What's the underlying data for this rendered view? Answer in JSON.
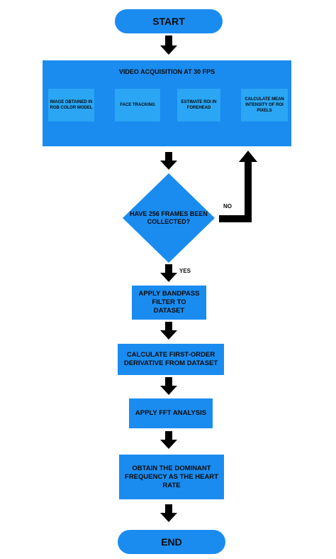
{
  "start": "START",
  "acquisition": {
    "title": "VIDEO ACQUISITION AT 30 FPS",
    "steps": [
      "IMAGE OBTAINED IN RGB COLOR MODEL",
      "FACE TRACKING",
      "ESTIMATE ROI IN FOREHEAD",
      "CALCULATE MEAN INTENSITY OF ROI PIXELS"
    ]
  },
  "decision": "HAVE 256 FRAMES BEEN COLLECTED?",
  "no_label": "NO",
  "yes_label": "YES",
  "steps": [
    "APPLY BANDPASS FILTER TO DATASET",
    "CALCULATE FIRST-ORDER DERIVATIVE FROM DATASET",
    "APPLY FFT ANALYSIS",
    "OBTAIN THE DOMINANT FREQUENCY AS THE HEART RATE"
  ],
  "end": "END",
  "colors": {
    "box": "#1a8cf0",
    "inner_box": "#2ba6f5",
    "arrow": "#000000",
    "inner_arrow": "#5a7fb0"
  }
}
